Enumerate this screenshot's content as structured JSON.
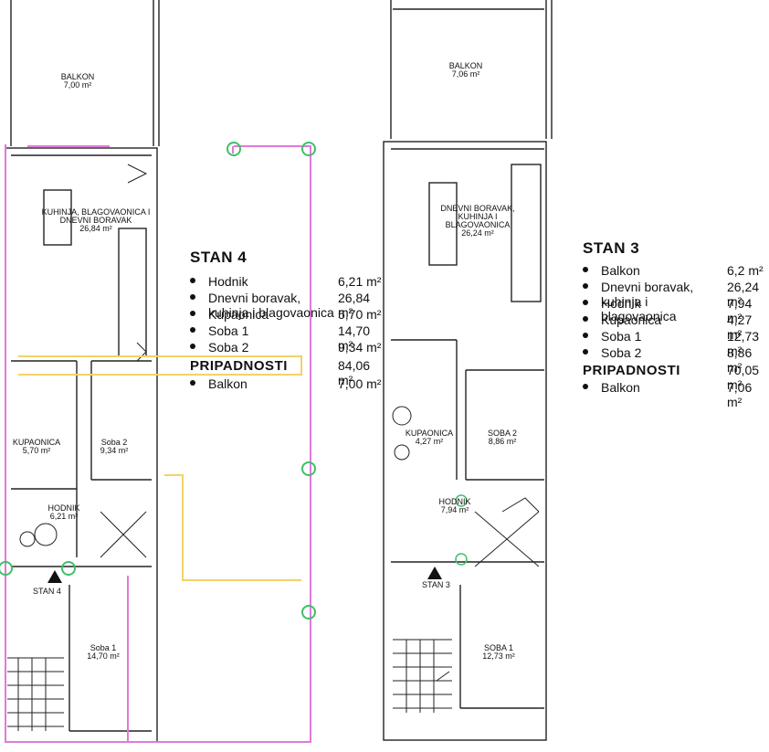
{
  "units": {
    "left": {
      "title": "STAN 4",
      "rows": [
        {
          "name": "Hodnik",
          "area": "6,21 m²"
        },
        {
          "name": "Dnevni boravak, kuhinja i blagovaonica",
          "area": "26,84 m²"
        },
        {
          "name": "Kupaonica",
          "area": "5,70 m²"
        },
        {
          "name": "Soba 1",
          "area": "14,70 m²"
        },
        {
          "name": "Soba 2",
          "area": "9,34 m²"
        }
      ],
      "extra_title": "PRIPADNOSTI",
      "total": "84,06 m²",
      "extra_rows": [
        {
          "name": "Balkon",
          "area": "7,00 m²"
        }
      ]
    },
    "right": {
      "title": "STAN 3",
      "rows": [
        {
          "name": "Balkon",
          "area": "6,2 m²"
        },
        {
          "name": "Dnevni boravak, kuhinja i blagovaonica",
          "area": "26,24 m²"
        },
        {
          "name": "Hodnik",
          "area": "7,94 m²"
        },
        {
          "name": "Kupaonica",
          "area": "4,27 m²"
        },
        {
          "name": "Soba 1",
          "area": "12,73 m²"
        },
        {
          "name": "Soba 2",
          "area": "8,86 m²"
        }
      ],
      "extra_title": "PRIPADNOSTI",
      "total": "70,05 m²",
      "extra_rows": [
        {
          "name": "Balkon",
          "area": "7,06 m²"
        }
      ]
    }
  },
  "rooms": {
    "left_balcony": {
      "name": "BALKON",
      "area": "7,00 m²"
    },
    "left_living": {
      "name": "KUHINJA, BLAGOVAONICA I DNEVNI BORAVAK",
      "area": "26,84 m²"
    },
    "left_bath": {
      "name": "KUPAONICA",
      "area": "5,70 m²"
    },
    "left_room2": {
      "name": "Soba 2",
      "area": "9,34 m²"
    },
    "left_hall": {
      "name": "HODNIK",
      "area": "6,21 m²"
    },
    "left_room1": {
      "name": "Soba 1",
      "area": "14,70 m²"
    },
    "left_unit_mark": "STAN 4",
    "right_balcony": {
      "name": "BALKON",
      "area": "7,06 m²"
    },
    "right_living": {
      "name": "DNEVNI BORAVAK, KUHINJA I BLAGOVAONICA",
      "area": "26,24 m²"
    },
    "right_bath": {
      "name": "KUPAONICA",
      "area": "4,27 m²"
    },
    "right_room2": {
      "name": "SOBA 2",
      "area": "8,86 m²"
    },
    "right_hall": {
      "name": "HODNIK",
      "area": "7,94 m²"
    },
    "right_room1": {
      "name": "SOBA 1",
      "area": "12,73 m²"
    },
    "right_unit_mark": "STAN 3"
  },
  "colors": {
    "wall": "#222222",
    "pink_outline": "#e07ad8",
    "yellow_outline": "#f1d26a",
    "green_marker": "#3fbf6a",
    "text": "#111111"
  }
}
